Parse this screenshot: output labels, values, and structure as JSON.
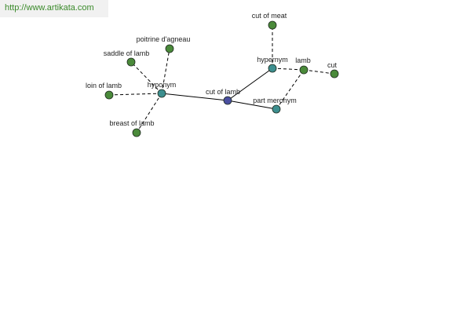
{
  "header": {
    "url_text": "http://www.artikata.com"
  },
  "colors": {
    "central_node": "#4a4fa0",
    "relation_node": "#3d8f8f",
    "term_node": "#4a8a3a",
    "url_text": "#3a8a2a"
  },
  "graph": {
    "nodes": [
      {
        "id": "cut-of-lamb",
        "label": "cut of lamb",
        "kind": "central"
      },
      {
        "id": "hyponym",
        "label": "hyponym",
        "kind": "relation"
      },
      {
        "id": "hypernym",
        "label": "hypernym",
        "kind": "relation"
      },
      {
        "id": "part-meronym",
        "label": "part meronym",
        "kind": "relation"
      },
      {
        "id": "poitrine-dagneau",
        "label": "poitrine d'agneau",
        "kind": "term"
      },
      {
        "id": "saddle-of-lamb",
        "label": "saddle of lamb",
        "kind": "term"
      },
      {
        "id": "loin-of-lamb",
        "label": "loin of lamb",
        "kind": "term"
      },
      {
        "id": "breast-of-lamb",
        "label": "breast of lamb",
        "kind": "term"
      },
      {
        "id": "cut-of-meat",
        "label": "cut of meat",
        "kind": "term"
      },
      {
        "id": "lamb",
        "label": "lamb",
        "kind": "term"
      },
      {
        "id": "cut",
        "label": "cut",
        "kind": "term"
      }
    ],
    "edges": [
      {
        "from": "cut-of-lamb",
        "to": "hyponym",
        "style": "solid"
      },
      {
        "from": "cut-of-lamb",
        "to": "hypernym",
        "style": "solid"
      },
      {
        "from": "cut-of-lamb",
        "to": "part-meronym",
        "style": "solid"
      },
      {
        "from": "hyponym",
        "to": "poitrine-dagneau",
        "style": "dashed"
      },
      {
        "from": "hyponym",
        "to": "saddle-of-lamb",
        "style": "dashed"
      },
      {
        "from": "hyponym",
        "to": "loin-of-lamb",
        "style": "dashed"
      },
      {
        "from": "hyponym",
        "to": "breast-of-lamb",
        "style": "dashed"
      },
      {
        "from": "hypernym",
        "to": "cut-of-meat",
        "style": "dashed"
      },
      {
        "from": "hypernym",
        "to": "lamb",
        "style": "dashed"
      },
      {
        "from": "lamb",
        "to": "cut",
        "style": "dashed"
      },
      {
        "from": "part-meronym",
        "to": "lamb",
        "style": "dashed"
      }
    ]
  }
}
